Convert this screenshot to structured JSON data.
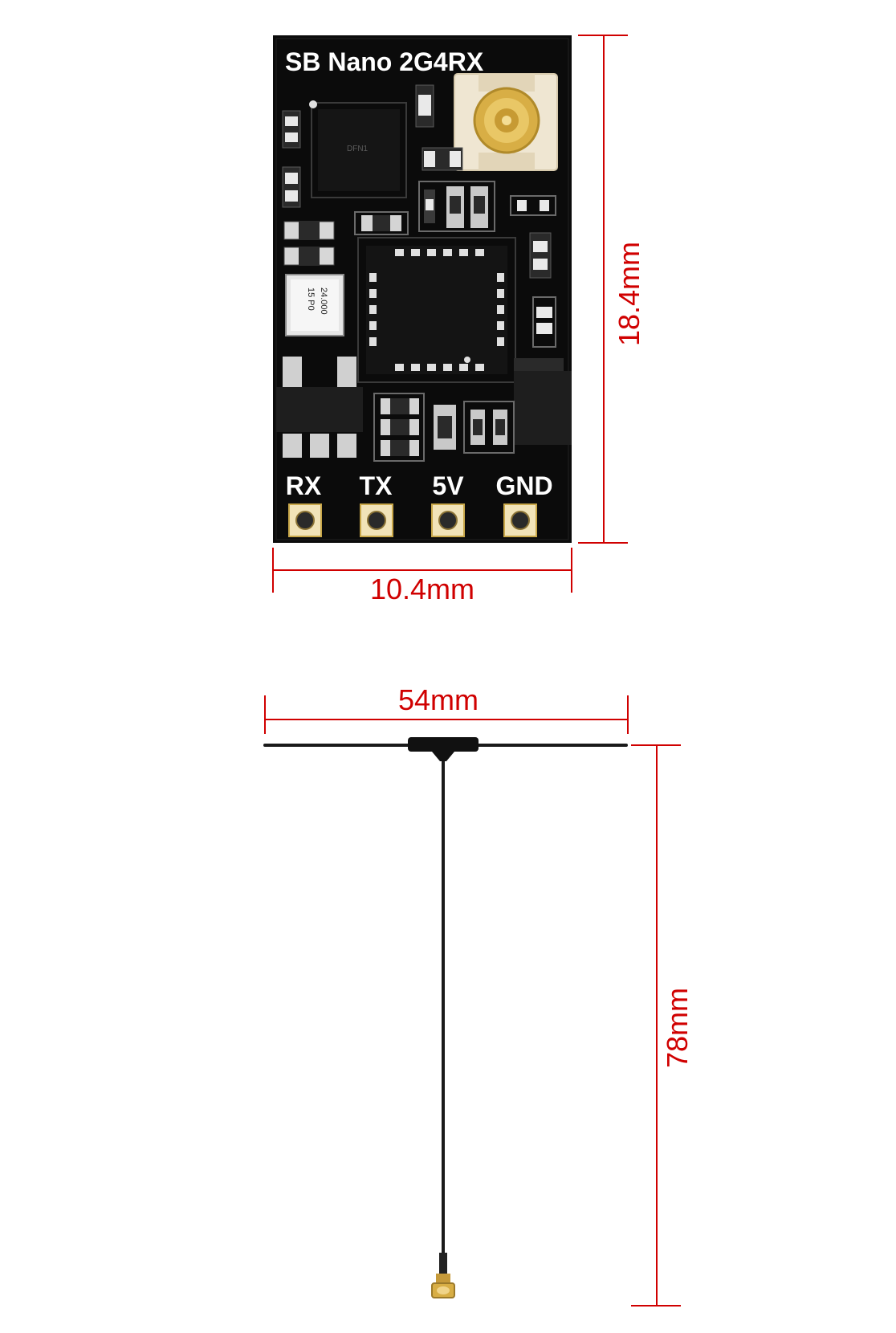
{
  "board": {
    "title": "SB Nano  2G4RX",
    "pins": [
      "RX",
      "TX",
      "5V",
      "GND"
    ],
    "crystal_line1": "24.000",
    "crystal_line2": "15 P0",
    "chip_marking": "DFN1"
  },
  "dimensions": {
    "board_height": "18.4mm",
    "board_width": "10.4mm",
    "antenna_width": "54mm",
    "antenna_height": "78mm"
  },
  "colors": {
    "dimension": "#d00000",
    "pcb": "#0b0b0b",
    "gold": "#d8ae45"
  }
}
